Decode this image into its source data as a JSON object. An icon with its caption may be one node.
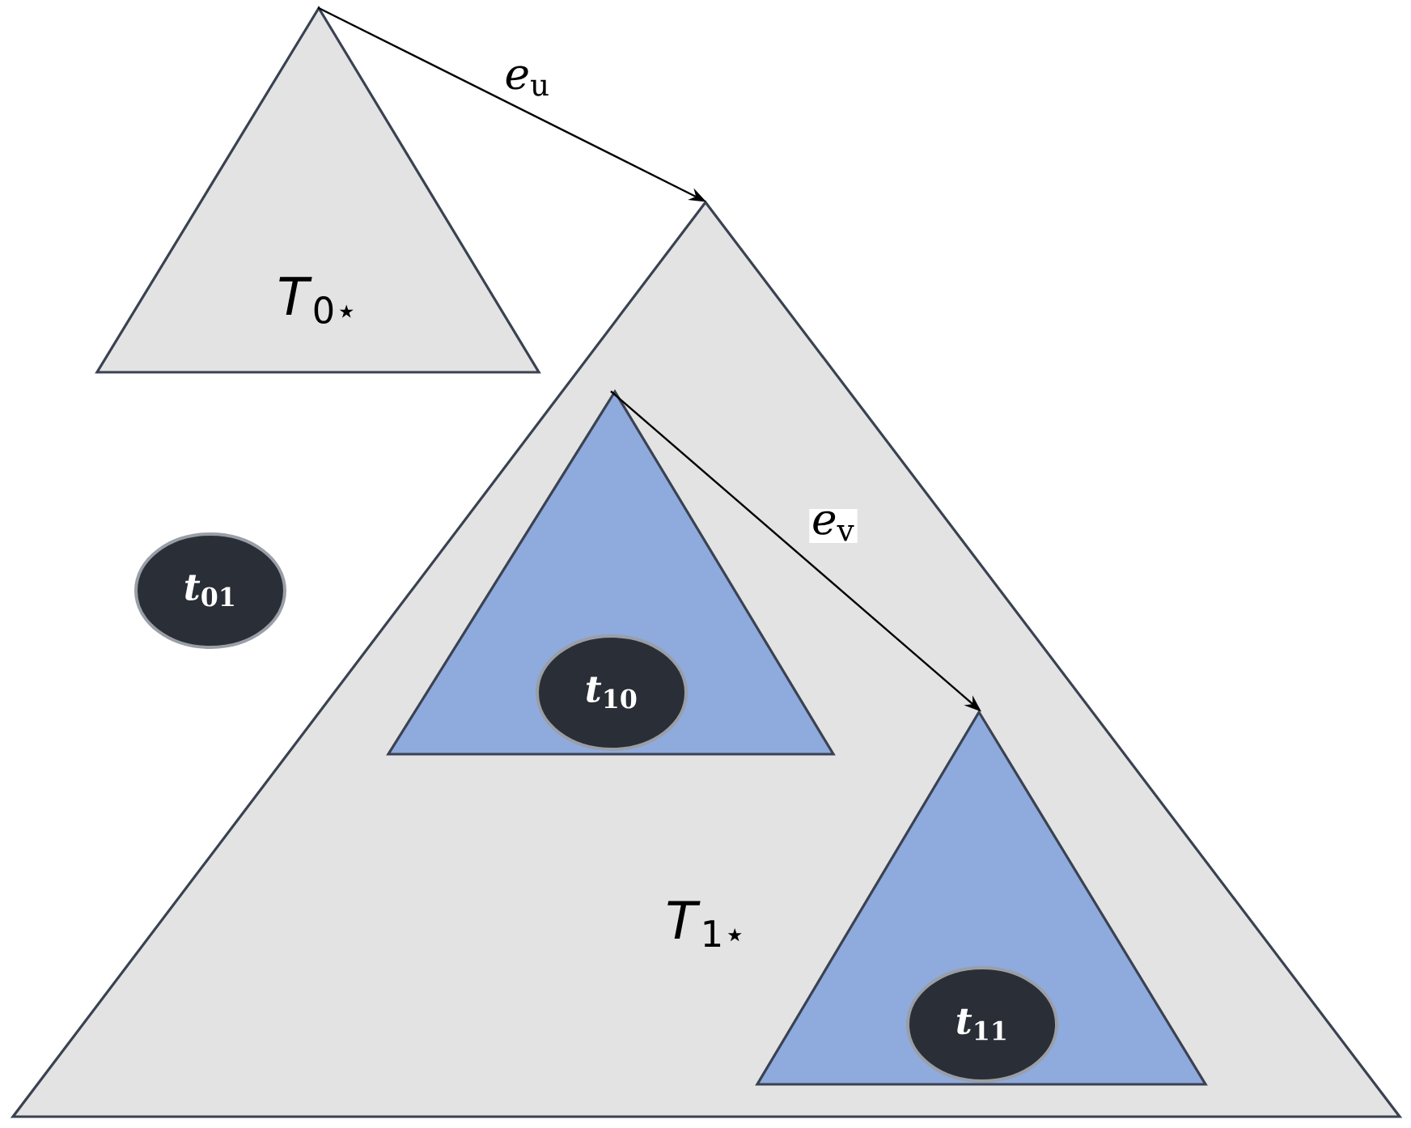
{
  "diagram": {
    "nodes": [
      {
        "text": [
          "*T*$_{0⋆}$"
        ]
      },
      {
        "text": [
          "*T*$_{1⋆}$"
        ]
      },
      {
        "text": [],
        "shape": "triangle",
        "in": 1
      },
      {
        "text": [
          "*t*$_{10}$"
        ],
        "in": 2
      },
      {
        "text": [],
        "shape": "triangle",
        "in": 1
      },
      {
        "text": [
          "*t*$_{11}$"
        ],
        "in": 4
      },
      {
        "text": [
          "*t*$_{01}$"
        ]
      }
    ],
    "edges": [
      {
        "from": 0,
        "to": 1,
        "arrow": "to",
        "label": "*e*$_{u}$"
      },
      {
        "from": 2,
        "to": 4,
        "arrow": "to",
        "label": "*e*$_{v}$"
      }
    ]
  }
}
